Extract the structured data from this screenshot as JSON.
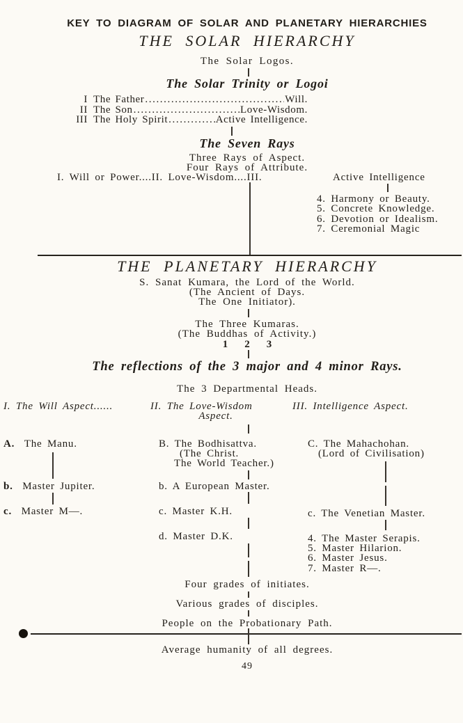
{
  "page": {
    "heading": "KEY TO DIAGRAM OF SOLAR AND PLANETARY HIERARCHIES",
    "page_number": "49"
  },
  "solar": {
    "title": "THE SOLAR HIERARCHY",
    "logos": "The Solar Logos.",
    "trinity": {
      "title": "The Solar Trinity or Logoi",
      "leader_dots": "............................................................",
      "rows": [
        {
          "numeral": "I",
          "name": "The Father",
          "value": "Will."
        },
        {
          "numeral": "II",
          "name": "The Son",
          "value": "Love-Wisdom."
        },
        {
          "numeral": "III",
          "name": "The Holy Spirit",
          "value": "Active Intelligence."
        }
      ]
    },
    "seven_rays": {
      "title": "The Seven Rays",
      "aspect_count": "Three Rays of Aspect.",
      "attribute_count": "Four Rays of Attribute.",
      "rays_line": "I. Will or Power....II. Love-Wisdom....III.",
      "third_ray": "Active Intelligence",
      "attribute_rays": [
        "4. Harmony or Beauty.",
        "5. Concrete Knowledge.",
        "6. Devotion or Idealism.",
        "7. Ceremonial Magic"
      ]
    }
  },
  "planetary": {
    "title": "THE PLANETARY HIERARCHY",
    "lord": {
      "line1": "S. Sanat Kumara, the Lord of the World.",
      "line2": "(The Ancient of Days.",
      "line3": "The One Initiator)."
    },
    "kumaras": {
      "line1": "The Three Kumaras.",
      "line2": "(The Buddhas of Activity.)",
      "numbers": [
        "1",
        "2",
        "3"
      ]
    },
    "reflections": "The reflections of the 3 major and 4 minor Rays.",
    "departmental_heads": "The 3 Departmental Heads.",
    "will_column": {
      "header": "I. The Will Aspect......",
      "items": [
        {
          "prefix": "A.",
          "text": "The Manu."
        },
        {
          "prefix": "b.",
          "text": "Master Jupiter."
        },
        {
          "prefix": "c.",
          "text": "Master M—."
        }
      ]
    },
    "love_column": {
      "header_line1": "II. The Love-Wisdom",
      "header_line2": "Aspect.",
      "head": "B. The Bodhisattva.",
      "head_sub1": "(The Christ.",
      "head_sub2": "The World Teacher.)",
      "item_b": "b. A European Master.",
      "item_c": "c. Master K.H.",
      "item_d": "d. Master D.K."
    },
    "intelligence_column": {
      "header": "III. Intelligence Aspect.",
      "head": "C. The Mahachohan.",
      "head_sub": "(Lord of Civilisation)",
      "item_c": "c. The Venetian Master.",
      "masters": [
        "4. The Master Serapis.",
        "5. Master Hilarion.",
        "6. Master Jesus.",
        "7. Master R—."
      ]
    },
    "lower_levels": {
      "initiates": "Four grades of initiates.",
      "disciples": "Various grades of disciples.",
      "probationary": "People on the Probationary Path.",
      "humanity": "Average humanity of all degrees."
    }
  }
}
